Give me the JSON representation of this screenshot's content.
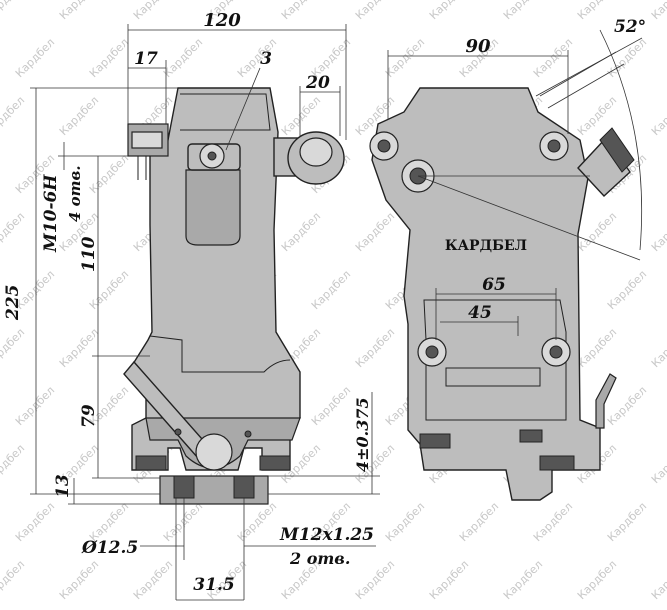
{
  "brand": {
    "main_label": "КАРДБЕЛ",
    "watermark": "Кардбел"
  },
  "dimensions": {
    "width_120": "120",
    "top_17": "17",
    "callout_3": "3",
    "port_20": "20",
    "thread_m10": "M10-6H",
    "thread_m10_count": "4 отв.",
    "height_110": "110",
    "height_225": "225",
    "height_79": "79",
    "height_13": "13",
    "tolerance_4": "4±0.375",
    "diameter_12_5": "Ø12.5",
    "thread_m12": "M12x1.25",
    "thread_m12_count": "2 отв.",
    "spacing_31_5": "31.5",
    "width_90": "90",
    "angle_52": "52°",
    "spacing_65": "65",
    "spacing_45": "45"
  },
  "colors": {
    "body": "#bdbdbd",
    "outline": "#222222",
    "watermark": "#c8c8c8"
  }
}
